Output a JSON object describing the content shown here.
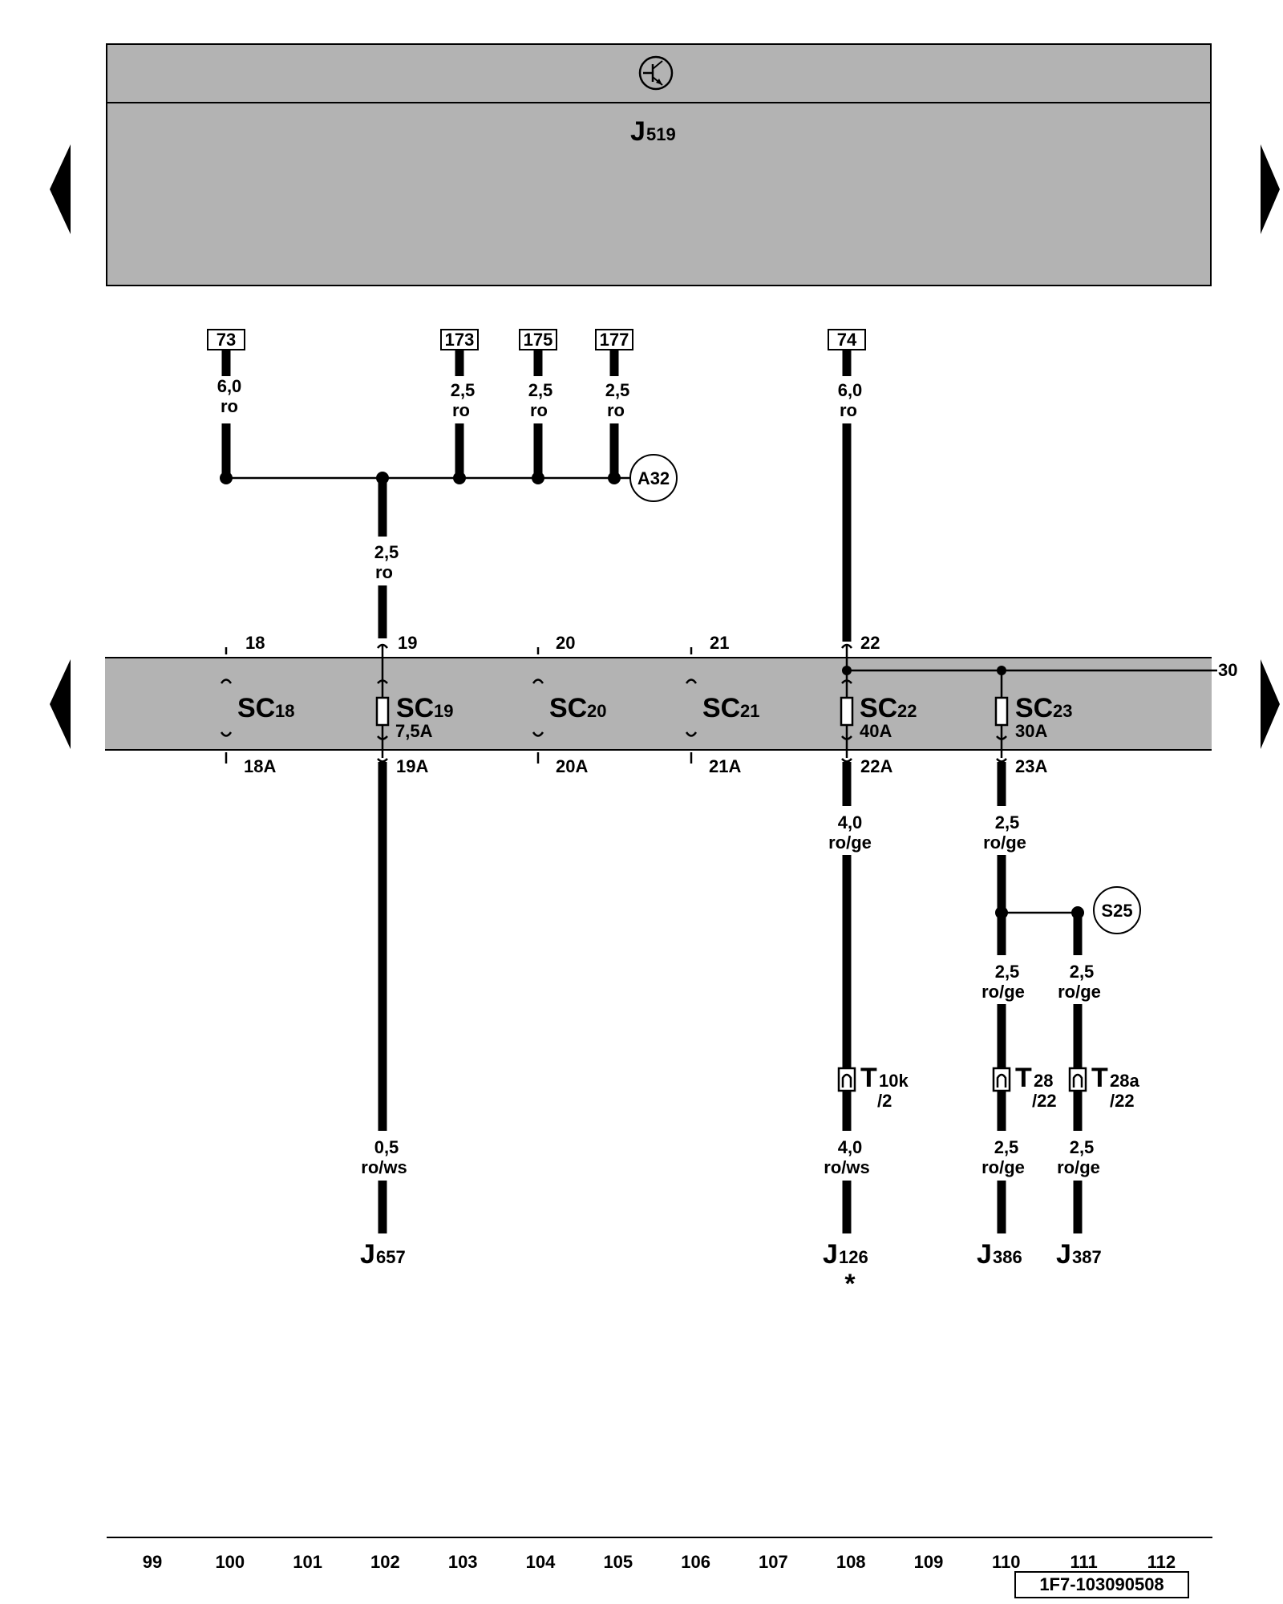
{
  "control_unit": {
    "letter": "J",
    "sub": "519"
  },
  "left_nav_icon": "triangle-left-icon",
  "right_nav_icon": "triangle-right-icon",
  "connectors": {
    "c73": "73",
    "c173": "173",
    "c175": "175",
    "c177": "177",
    "c74": "74"
  },
  "wires": {
    "w73_size": "6,0",
    "w73_color": "ro",
    "w173_size": "2,5",
    "w173_color": "ro",
    "w175_size": "2,5",
    "w175_color": "ro",
    "w177_size": "2,5",
    "w177_color": "ro",
    "w74_size": "6,0",
    "w74_color": "ro",
    "w19_size": "2,5",
    "w19_color": "ro",
    "w22a_size": "4,0",
    "w22a_color": "ro/ge",
    "w23a_size": "2,5",
    "w23a_color": "ro/ge",
    "w110_size": "2,5",
    "w110_color": "ro/ge",
    "w111_size": "2,5",
    "w111_color": "ro/ge",
    "w657_size": "0,5",
    "w657_color": "ro/ws",
    "w126_size": "4,0",
    "w126_color": "ro/ws",
    "w386_size": "2,5",
    "w386_color": "ro/ge",
    "w387_size": "2,5",
    "w387_color": "ro/ge"
  },
  "junctions": {
    "a32": "A32",
    "s25": "S25"
  },
  "fuses": {
    "sc18": {
      "name": "SC",
      "sub": "18",
      "top": "18",
      "bottom": "18A"
    },
    "sc19": {
      "name": "SC",
      "sub": "19",
      "rating": "7,5A",
      "top": "19",
      "bottom": "19A"
    },
    "sc20": {
      "name": "SC",
      "sub": "20",
      "top": "20",
      "bottom": "20A"
    },
    "sc21": {
      "name": "SC",
      "sub": "21",
      "top": "21",
      "bottom": "21A"
    },
    "sc22": {
      "name": "SC",
      "sub": "22",
      "rating": "40A",
      "top": "22",
      "bottom": "22A"
    },
    "sc23": {
      "name": "SC",
      "sub": "23",
      "rating": "30A",
      "bottom": "23A"
    }
  },
  "terminal_30": "30",
  "plugs": {
    "t10k": {
      "name": "T",
      "sub": "10k",
      "pin": "/2"
    },
    "t28": {
      "name": "T",
      "sub": "28",
      "pin": "/22"
    },
    "t28a": {
      "name": "T",
      "sub": "28a",
      "pin": "/22"
    }
  },
  "units": {
    "j657": {
      "letter": "J",
      "sub": "657"
    },
    "j126": {
      "letter": "J",
      "sub": "126",
      "note": "*"
    },
    "j386": {
      "letter": "J",
      "sub": "386"
    },
    "j387": {
      "letter": "J",
      "sub": "387"
    }
  },
  "tracks": [
    "99",
    "100",
    "101",
    "102",
    "103",
    "104",
    "105",
    "106",
    "107",
    "108",
    "109",
    "110",
    "111",
    "112"
  ],
  "doc_id": "1F7-103090508"
}
